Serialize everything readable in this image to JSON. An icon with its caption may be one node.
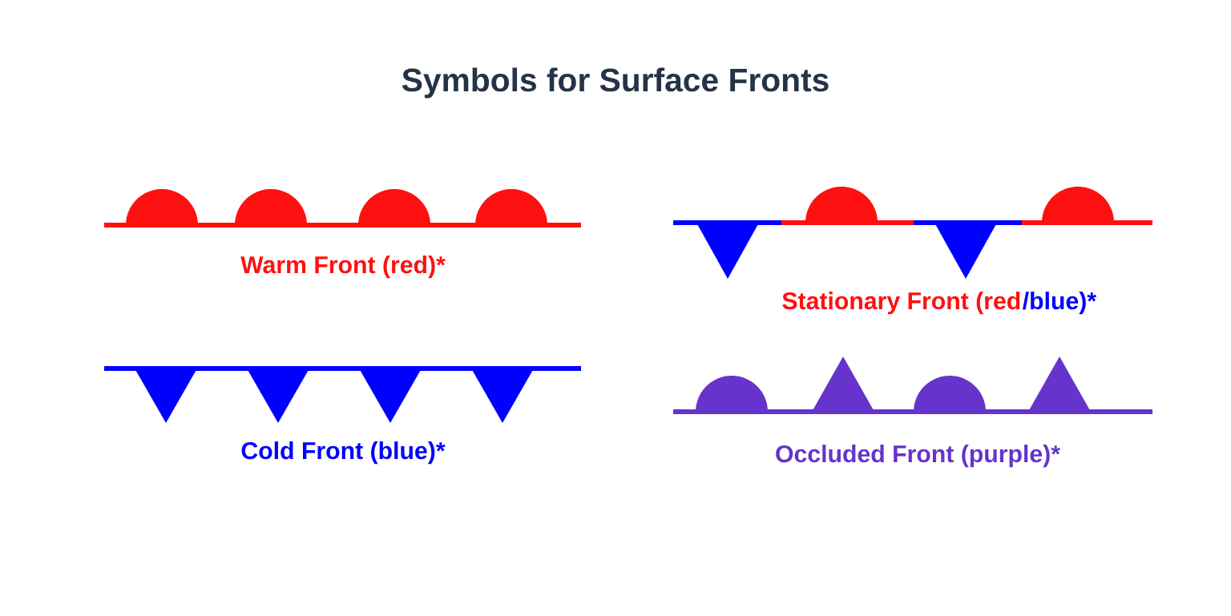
{
  "diagram": {
    "title": "Symbols for Surface Fronts",
    "labels": [
      "Warm Front (red)*",
      "Stationary Front (red",
      "/blue)*",
      "Cold Front (blue)*",
      "Occluded Front (purple)*"
    ]
  }
}
